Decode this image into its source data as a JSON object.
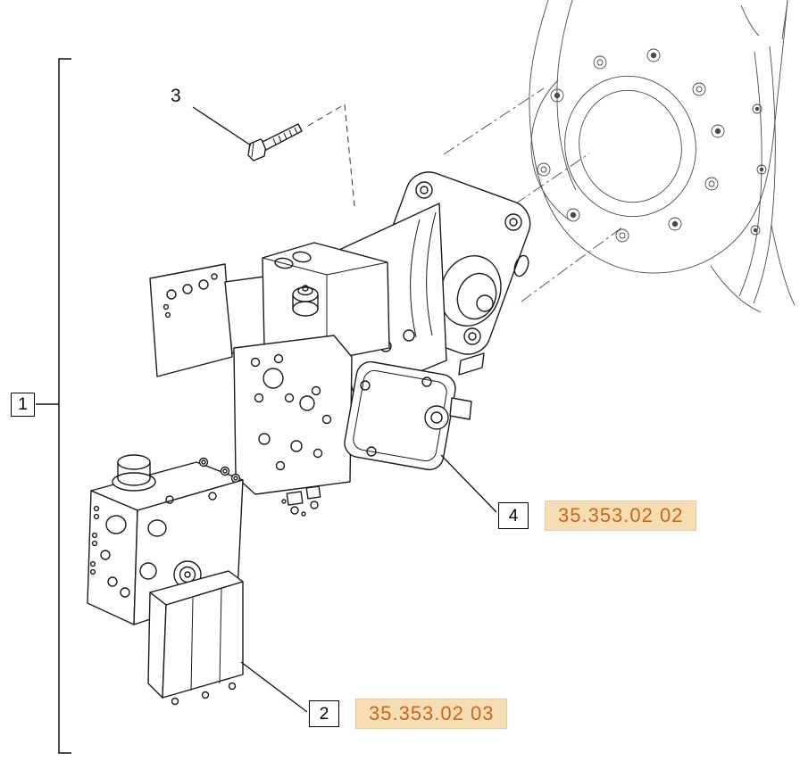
{
  "callouts": {
    "group": {
      "label": "1"
    },
    "bolt": {
      "label": "3"
    },
    "pump": {
      "label": "4",
      "part_ref": "35.353.02 02"
    },
    "control_valve": {
      "label": "2",
      "part_ref": "35.353.02 03"
    }
  },
  "colors": {
    "line": "#1b1b1b",
    "background_part_line": "#4a4a4a",
    "highlight_bg": "#f6ddb3",
    "highlight_text": "#c9661c",
    "callout_border": "#000000",
    "page_bg": "#ffffff"
  }
}
